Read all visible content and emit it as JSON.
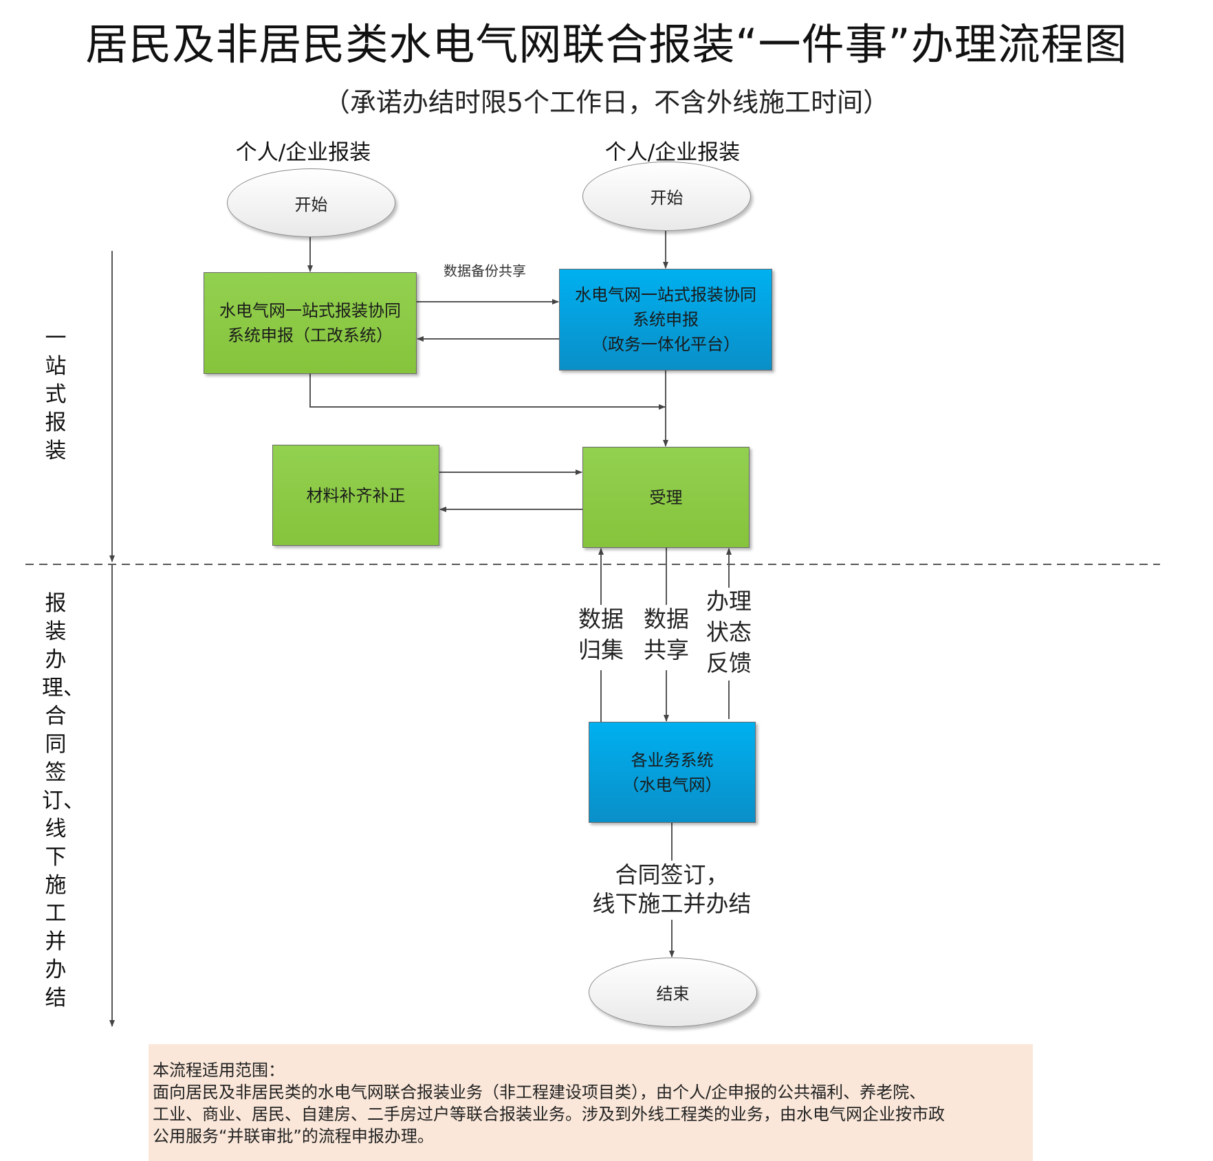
{
  "title": "居民及非居民类水电气网联合报装“一件事”办理流程图",
  "subtitle": "（承诺办结时限5个工作日，不含外线施工时间）",
  "lanes": {
    "top": "一站式报装",
    "bottom": "报装办理、合同签订、线下施工并办结"
  },
  "applicant_left": "个人/企业报装",
  "applicant_right": "个人/企业报装",
  "start_left": "开始",
  "start_right": "开始",
  "box_gongai": [
    "水电气网一站式报装协同",
    "系统申报（工改系统）"
  ],
  "box_zhengwu": [
    "水电气网一站式报装协同",
    "系统申报",
    "（政务一体化平台）"
  ],
  "data_backup": "数据备份共享",
  "box_materials": "材料补齐补正",
  "box_accept": "受理",
  "label_collect": [
    "数据",
    "归集"
  ],
  "label_share": [
    "数据",
    "共享"
  ],
  "label_feedback": [
    "办理",
    "状态",
    "反馈"
  ],
  "box_business": [
    "各业务系统",
    "（水电气网）"
  ],
  "contract": [
    "合同签订，",
    "线下施工并办结"
  ],
  "end": "结束",
  "note": {
    "heading": "本流程适用范围：",
    "lines": [
      "面向居民及非居民类的水电气网联合报装业务（非工程建设项目类），由个人/企申报的公共福利、养老院、",
      "工业、商业、居民、自建房、二手房过户等联合报装业务。涉及到外线工程类的业务，由水电气网企业按市政",
      "公用服务“并联审批”的流程申报办理。"
    ]
  }
}
